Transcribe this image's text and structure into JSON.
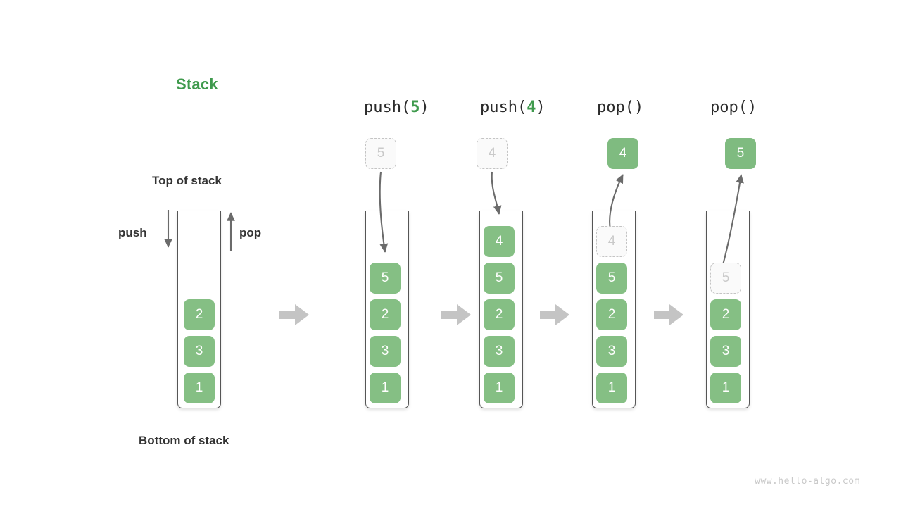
{
  "diagram": {
    "title": "Stack",
    "title_color": "#3f9a4d",
    "box_color": "#85bf84",
    "ghost_color": "#c9c9c9",
    "arrow_color": "#6b6b6b",
    "transition_arrow_color": "#c4c4c4"
  },
  "labels": {
    "top_of_stack": "Top of stack",
    "bottom_of_stack": "Bottom of stack",
    "push": "push",
    "pop": "pop"
  },
  "watermark": "www.hello-algo.com",
  "operations": [
    {
      "prefix": "push(",
      "arg": "5",
      "suffix": ")"
    },
    {
      "prefix": "push(",
      "arg": "4",
      "suffix": ")"
    },
    {
      "prefix": "pop(",
      "arg": "",
      "suffix": ")"
    },
    {
      "prefix": "pop(",
      "arg": "",
      "suffix": ")"
    }
  ],
  "stages": [
    {
      "name": "initial-stack",
      "operation_label": "",
      "stack": [
        "2",
        "3",
        "1"
      ],
      "incoming": null,
      "outgoing": null,
      "ghost_in_stack": null
    },
    {
      "name": "after-push-5",
      "operation_label": "push(5)",
      "stack": [
        "5",
        "2",
        "3",
        "1"
      ],
      "incoming": "5",
      "outgoing": null,
      "ghost_in_stack": null
    },
    {
      "name": "after-push-4",
      "operation_label": "push(4)",
      "stack": [
        "4",
        "5",
        "2",
        "3",
        "1"
      ],
      "incoming": "4",
      "outgoing": null,
      "ghost_in_stack": null
    },
    {
      "name": "after-pop-4",
      "operation_label": "pop()",
      "stack": [
        "5",
        "2",
        "3",
        "1"
      ],
      "incoming": null,
      "outgoing": "4",
      "ghost_in_stack": "4"
    },
    {
      "name": "after-pop-5",
      "operation_label": "pop()",
      "stack": [
        "2",
        "3",
        "1"
      ],
      "incoming": null,
      "outgoing": "5",
      "ghost_in_stack": "5"
    }
  ]
}
